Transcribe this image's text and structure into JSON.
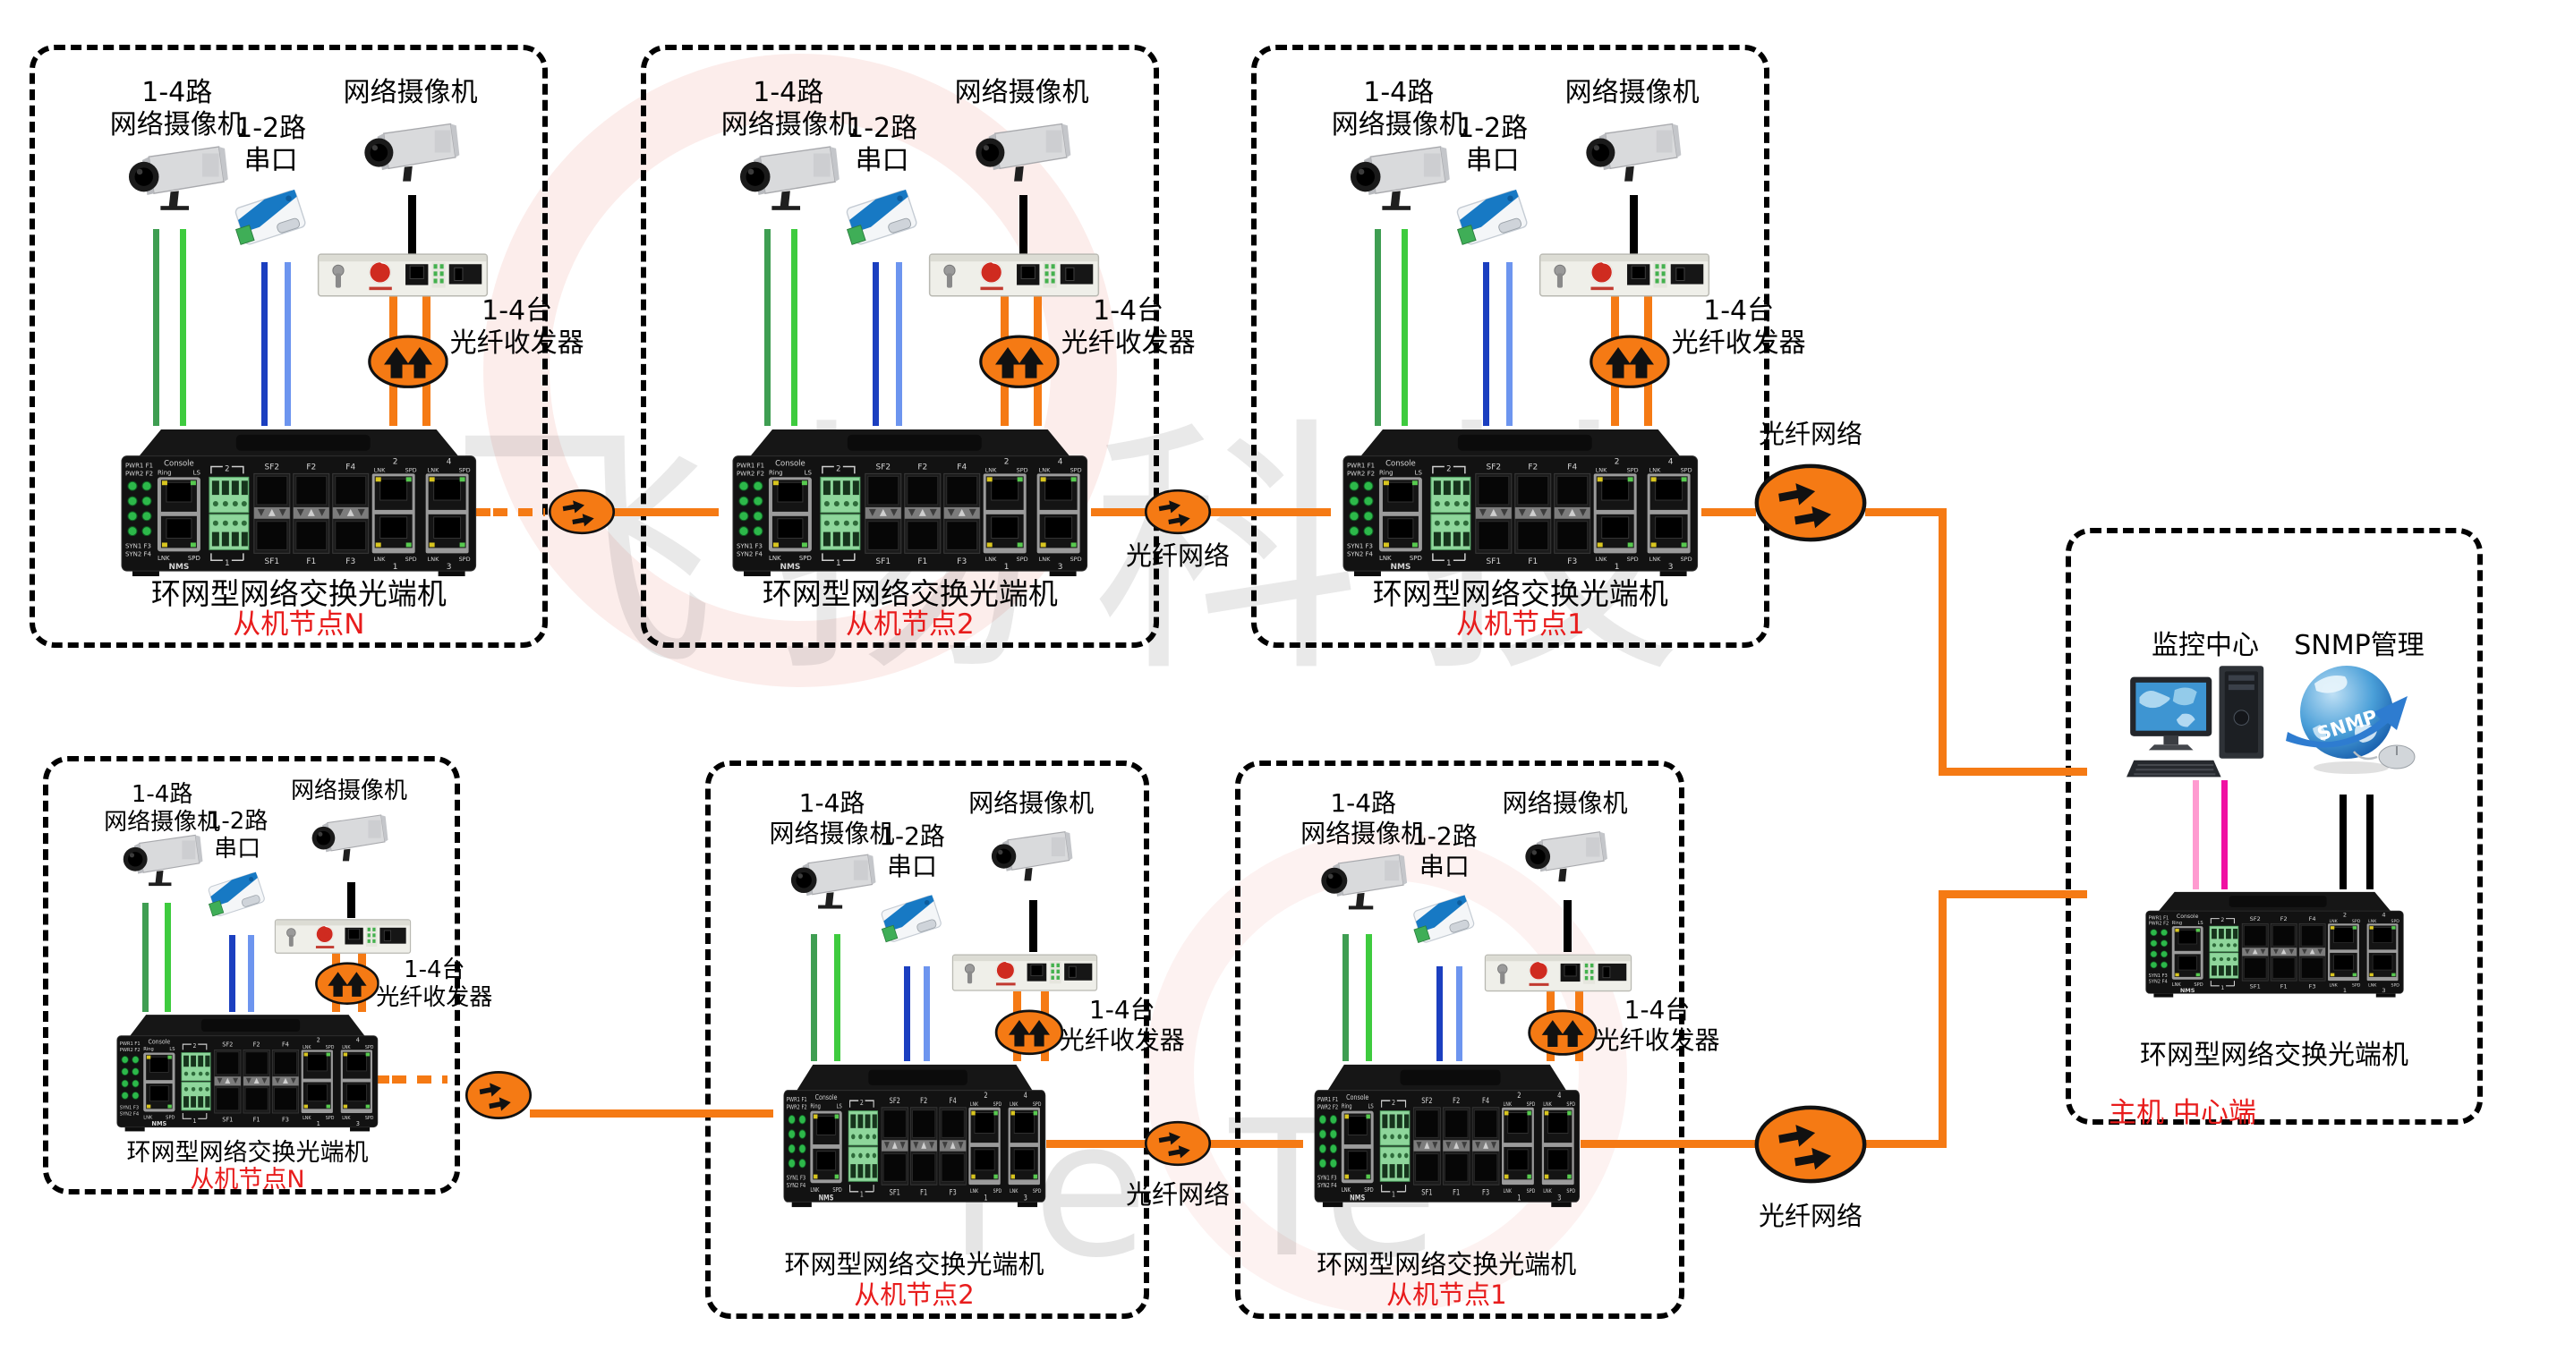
{
  "slave_box": {
    "camera_group_line1": "1-4路",
    "camera_group_line2": "网络摄像机",
    "serial_line1": "1-2路",
    "serial_line2": "串口",
    "camera_single": "网络摄像机",
    "transceiver_line1": "1-4台",
    "transceiver_line2": "光纤收发器",
    "switch_title": "环网型网络交换光端机"
  },
  "slave_nodes": [
    {
      "label": "从机节点N"
    },
    {
      "label": "从机节点2"
    },
    {
      "label": "从机节点1"
    },
    {
      "label": "从机节点N"
    },
    {
      "label": "从机节点2"
    },
    {
      "label": "从机节点1"
    }
  ],
  "fiber_labels": {
    "top_between": "光纤网络",
    "top_right": "光纤网络",
    "bottom_between": "光纤网络",
    "bottom_right": "光纤网络"
  },
  "master": {
    "monitor_center": "监控中心",
    "snmp": "SNMP管理",
    "globe_text": "SNMP",
    "switch_title": "环网型网络交换光端机",
    "node": "主机 中心端"
  },
  "switch_labels": {
    "console": "Console",
    "ring": "Ring",
    "ls": "LS",
    "nms": "NMS",
    "lnk": "LNK",
    "spd": "SPD",
    "pwr1_f1": "PWR1 F1",
    "pwr2_f2": "PWR2 F2",
    "syn1_f3": "SYN1 F3",
    "syn2_f4": "SYN2 F4",
    "sf2": "SF2",
    "f2": "F2",
    "f4": "F4",
    "sf1": "SF1",
    "f1": "F1",
    "f3": "F3",
    "n1": "1",
    "n2": "2",
    "n3": "3",
    "n4": "4"
  },
  "watermark": {
    "cn": "飞扬科技",
    "en": "re Te"
  },
  "colors": {
    "ring_orange": "#F57A14",
    "node_red": "#E81C1C",
    "cable_green_dark": "#3f9e52",
    "cable_green_light": "#3ecb3e",
    "cable_blue_dark": "#1b3fc0",
    "cable_blue_light": "#6d95ef",
    "cable_pink_light": "#FF9BD0",
    "cable_magenta": "#F011A2",
    "box_dash_black": "#000000"
  }
}
